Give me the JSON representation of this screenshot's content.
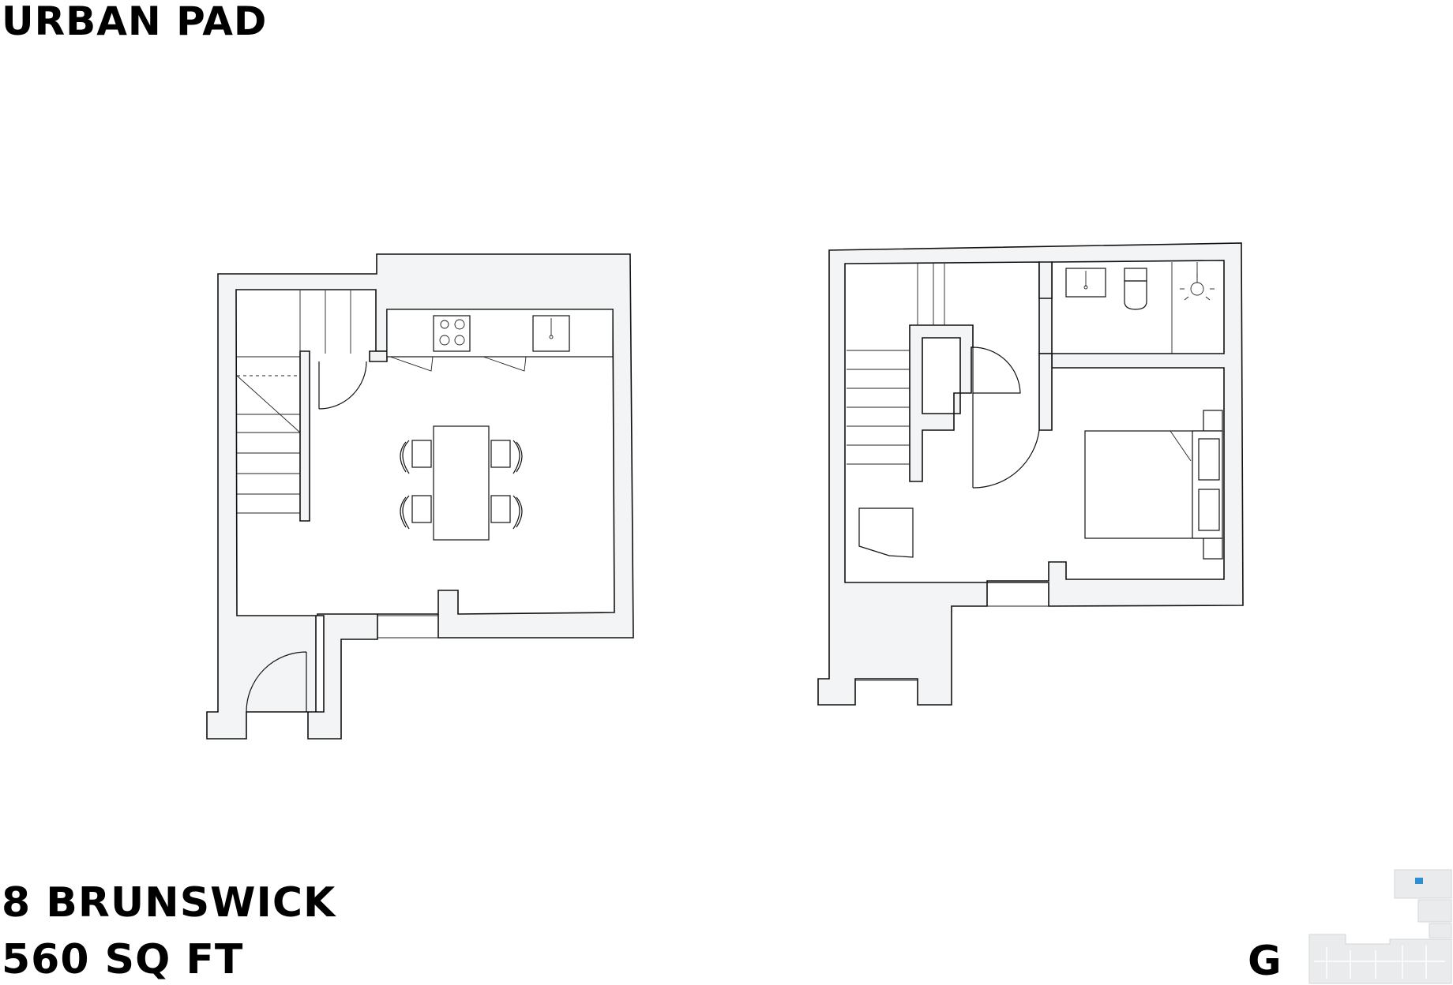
{
  "header": {
    "title": "URBAN PAD"
  },
  "footer": {
    "address": "8 BRUNSWICK",
    "area": "560 SQ FT",
    "floor_letter": "G"
  },
  "colors": {
    "wall_fill": "#f3f4f5",
    "line": "#111111",
    "key_highlight": "#2f8fd0"
  }
}
